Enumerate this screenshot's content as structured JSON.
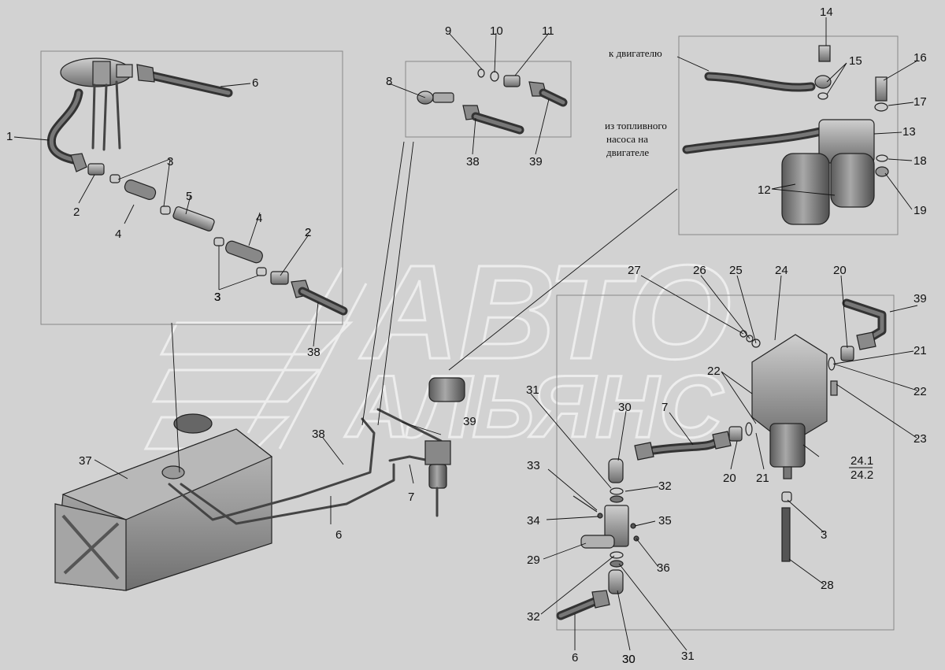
{
  "watermark": {
    "line1": "АВТО",
    "line2": "АЛЬЯНС"
  },
  "notes": {
    "to_engine": "к двигателю",
    "from_pump_1": "из топливного",
    "from_pump_2": "насоса на",
    "from_pump_3": "двигателе"
  },
  "callouts": [
    "1",
    "2",
    "3",
    "3",
    "2",
    "4",
    "5",
    "3",
    "4",
    "2",
    "3",
    "6",
    "38",
    "8",
    "9",
    "10",
    "11",
    "38",
    "39",
    "14",
    "15",
    "16",
    "17",
    "13",
    "18",
    "12",
    "19",
    "27",
    "26",
    "25",
    "24",
    "20",
    "39",
    "21",
    "22",
    "22",
    "23",
    "24.1",
    "24.2",
    "37",
    "38",
    "6",
    "7",
    "39",
    "31",
    "30",
    "7",
    "20",
    "21",
    "33",
    "32",
    "34",
    "35",
    "29",
    "36",
    "3",
    "28",
    "32",
    "30",
    "31",
    "6",
    "30"
  ]
}
